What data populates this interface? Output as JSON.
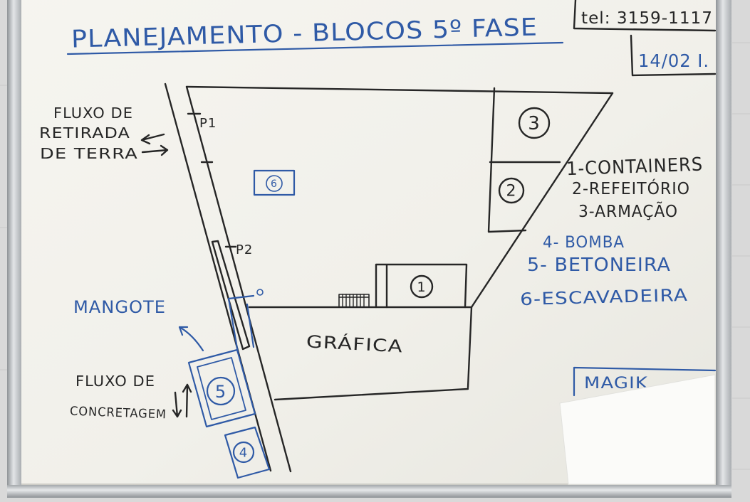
{
  "board": {
    "title": "PLANEJAMENTO - BLOCOS 5º FASE",
    "contact_phone": "tel: 3159-1117",
    "date_note": "14/02 I."
  },
  "plan": {
    "earth_flow_label": [
      "FLUXO DE",
      "RETIRADA",
      "DE TERRA"
    ],
    "point_labels": [
      "P1",
      "P2"
    ],
    "markers": [
      "1",
      "2",
      "3",
      "4",
      "5",
      "6"
    ],
    "building_label": "GRÁFICA",
    "hose_label": "MANGOTE",
    "concrete_flow_label": [
      "FLUXO DE",
      "CONCRETAGEM"
    ]
  },
  "legend": {
    "black_items": [
      "1-CONTAINERS",
      "2-REFEITÓRIO",
      "3-ARMAÇÃO"
    ],
    "blue_items": [
      "4- BOMBA",
      "5- BETONEIRA",
      "6-ESCAVADEIRA"
    ]
  },
  "corner_note": "MAGIK",
  "colors": {
    "black_marker": "#262626",
    "blue_marker": "#2f5aa6",
    "board_surface": "#f2f1eb",
    "frame": "#b9bcbf",
    "wall": "#d9d9d9"
  }
}
